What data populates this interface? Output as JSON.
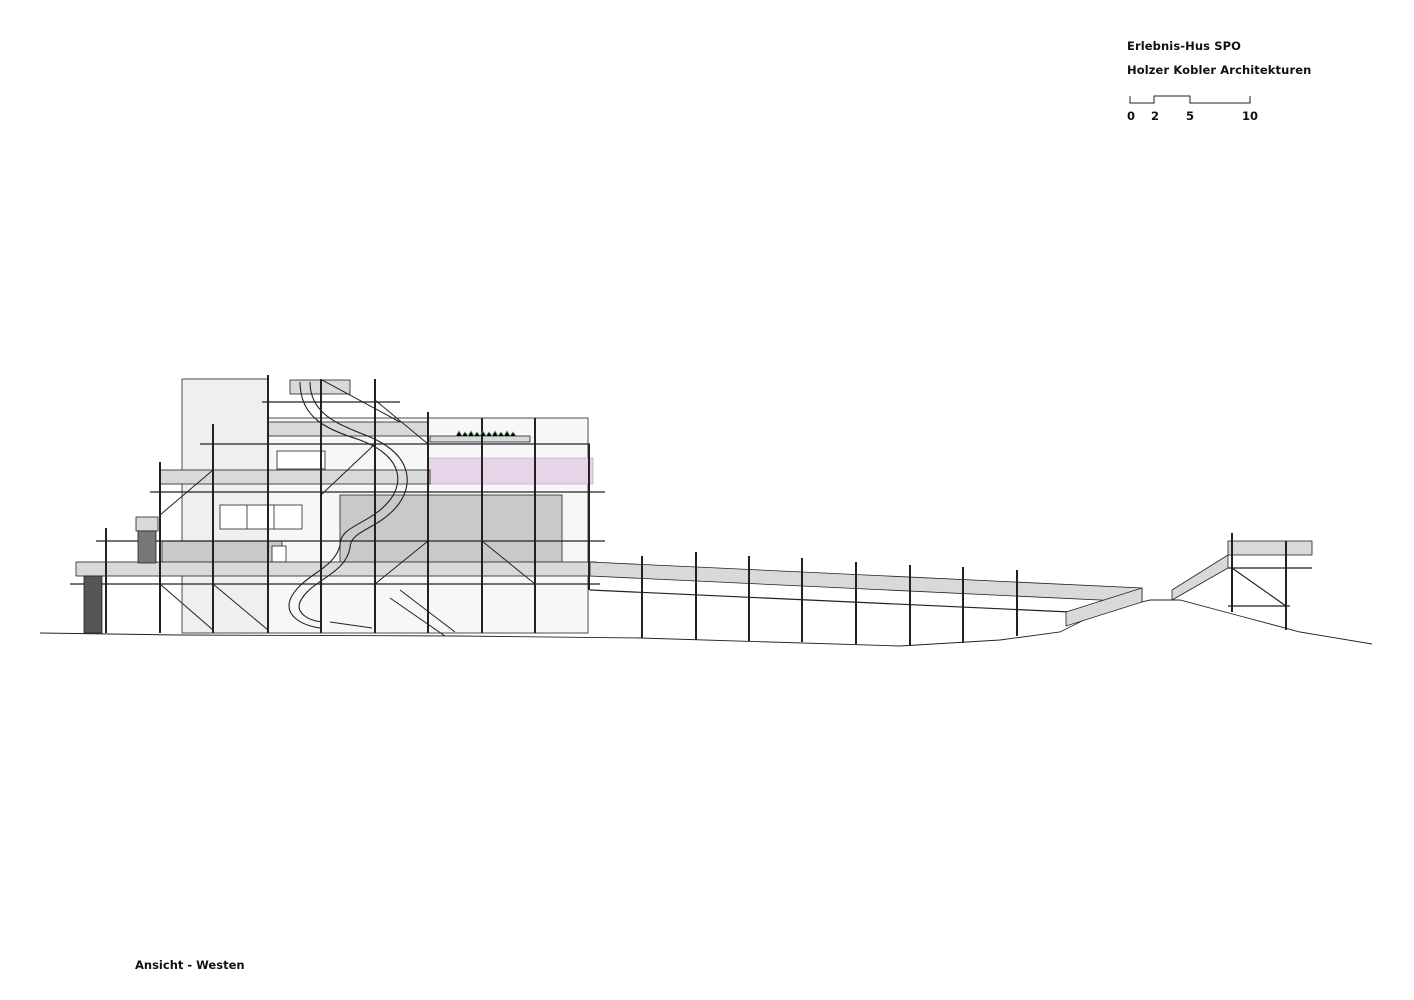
{
  "title_block": {
    "project": "Erlebnis-Hus SPO",
    "architect": "Holzer Kobler Architekturen"
  },
  "scale_bar": {
    "labels": [
      "0",
      "2",
      "5",
      "10"
    ]
  },
  "caption": "Ansicht - Westen",
  "colors": {
    "line": "#222222",
    "panel_fill": "#d9d9d9",
    "wall_fill": "#efefef",
    "cladding_fill": "#c9c9c9",
    "highlight_fill": "#e8d4e8"
  }
}
